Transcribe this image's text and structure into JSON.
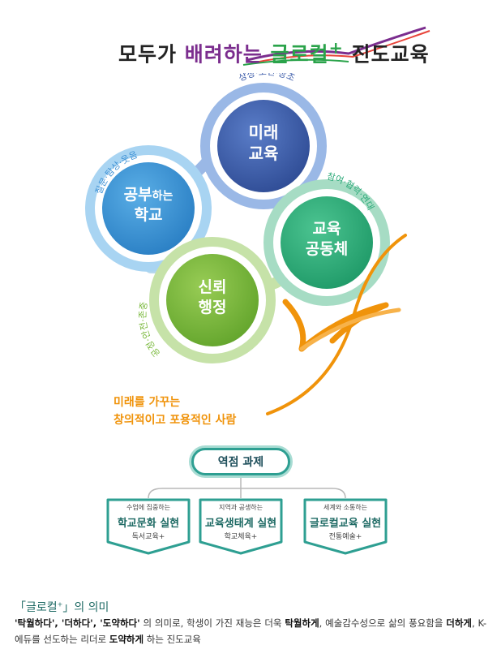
{
  "slogan": {
    "part1": "모두가 ",
    "part2": "배려하는 ",
    "part3": "글로컬",
    "part3_sup": "+",
    "part4": " 진도교육"
  },
  "circles": {
    "future": {
      "line1": "미래",
      "line2": "교육",
      "arc_label": "상상·도전·창조"
    },
    "study": {
      "line1_a": "공부",
      "line1_b": "하는",
      "line2": "학교",
      "arc_label": "질문·탐상·웃음"
    },
    "community": {
      "line1": "교육",
      "line2": "공동체",
      "arc_label": "참여·협력·연대"
    },
    "trust": {
      "line1": "신뢰",
      "line2": "행정",
      "arc_label": "공정·안전·존중"
    }
  },
  "vision": {
    "line1": "미래를 가꾸는",
    "line2": "창의적이고 포용적인 사람"
  },
  "tasks": {
    "title": "역점 과제",
    "items": [
      {
        "sub": "수업에 집중하는",
        "main": "학교문화 실현",
        "extra": "독서교육+"
      },
      {
        "sub": "지역과 공생하는",
        "main": "교육생태계 실현",
        "extra": "학교체육+"
      },
      {
        "sub": "세계와 소통하는",
        "main": "글로컬교육 실현",
        "extra": "전통예술+"
      }
    ]
  },
  "footer": {
    "title_pre": "「글로컬",
    "title_sup": "+",
    "title_post": "」의 의미",
    "t1": "'탁월하다', '더하다', '도약하다'",
    "t2": " 의 의미로, 학생이 가진 재능은 더욱 ",
    "t3": "탁월하게",
    "t4": ", 예술감수성으로 삶의 풍요함을 ",
    "t5": "더하게",
    "t6": ", K-에듀를 선도하는 리더로 ",
    "t7": "도약하게",
    "t8": " 하는 진도교육"
  },
  "colors": {
    "future": "#3a5aa8",
    "study": "#3a8fd4",
    "community": "#2eaa7a",
    "trust": "#78b83a",
    "vision": "#f0930a",
    "teal": "#2e9f92"
  }
}
